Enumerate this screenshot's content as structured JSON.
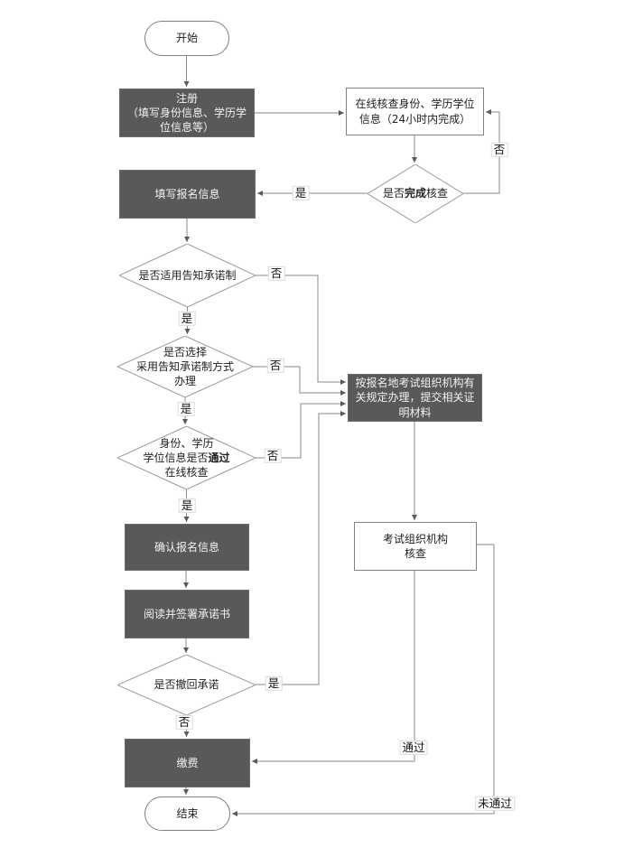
{
  "flowchart": {
    "nodes": {
      "start": "开始",
      "register": "注册\n（填写身份信息、学历学\n位信息等）",
      "online_check": "在线核查身份、学历学位\n信息（24小时内完成）",
      "check_done": {
        "pre": "是否",
        "bold": "完成",
        "post": "核查"
      },
      "fill_info": "填写报名信息",
      "apply_commit": "是否适用告知承诺制",
      "choose_commit": "是否选择\n采用告知承诺制方式\n办理",
      "online_pass": {
        "line1": "身份、学历",
        "line2_pre": "学位信息是否",
        "line2_bold": "通过",
        "line3": "在线核查"
      },
      "handle_materials": "按报名地考试组织机构有\n关规定办理，提交相关证\n明材料",
      "confirm_info": "确认报名信息",
      "sign_commitment": "阅读并签署承诺书",
      "org_check": "考试组织机构\n核查",
      "withdraw": "是否撤回承诺",
      "pay": "缴费",
      "end": "结束"
    },
    "labels": {
      "yes": "是",
      "no": "否",
      "pass": "通过",
      "not_pass": "未通过"
    },
    "colors": {
      "process_fill": "#595959",
      "process_text": "#f2f2f2",
      "box_border": "#7f7f7f",
      "diamond_border": "#9a9a9a",
      "connector": "#8a8a8a",
      "arrowhead": "#595959",
      "background": "#ffffff"
    }
  }
}
